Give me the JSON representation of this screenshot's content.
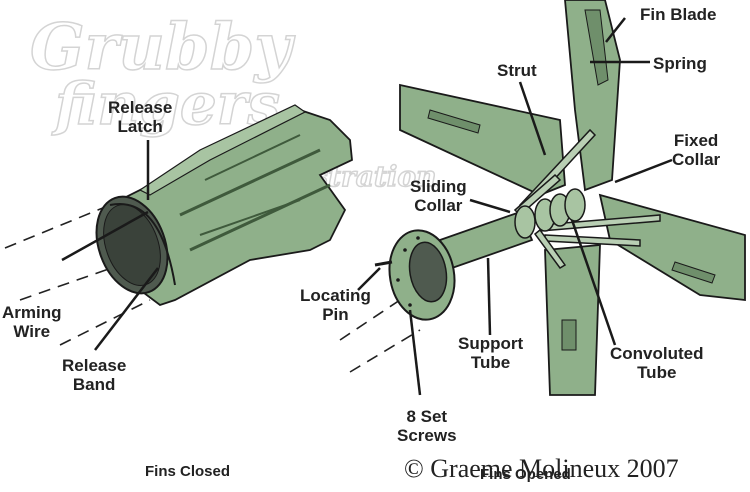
{
  "watermark": {
    "line1": "Grubby",
    "line2": "fingers",
    "line3": "illustration"
  },
  "labels": {
    "release_latch": [
      "Release",
      "Latch"
    ],
    "arming_wire": [
      "Arming",
      "Wire"
    ],
    "release_band": [
      "Release",
      "Band"
    ],
    "fin_blade": "Fin Blade",
    "spring": "Spring",
    "strut": "Strut",
    "fixed_collar": [
      "Fixed",
      "Collar"
    ],
    "sliding_collar": [
      "Sliding",
      "Collar"
    ],
    "locating_pin": [
      "Locating",
      "Pin"
    ],
    "support_tube": [
      "Support",
      "Tube"
    ],
    "convoluted_tube": [
      "Convoluted",
      "Tube"
    ],
    "set_screws": [
      "8 Set",
      "Screws"
    ]
  },
  "captions": {
    "fins_closed": "Fins Closed",
    "fins_opened": "Fins Opened"
  },
  "copyright": "© Graeme Molineux 2007",
  "colors": {
    "fin_green": "#8fb08a",
    "fin_dark": "#5f7f5c",
    "outline": "#1a1a1a"
  }
}
